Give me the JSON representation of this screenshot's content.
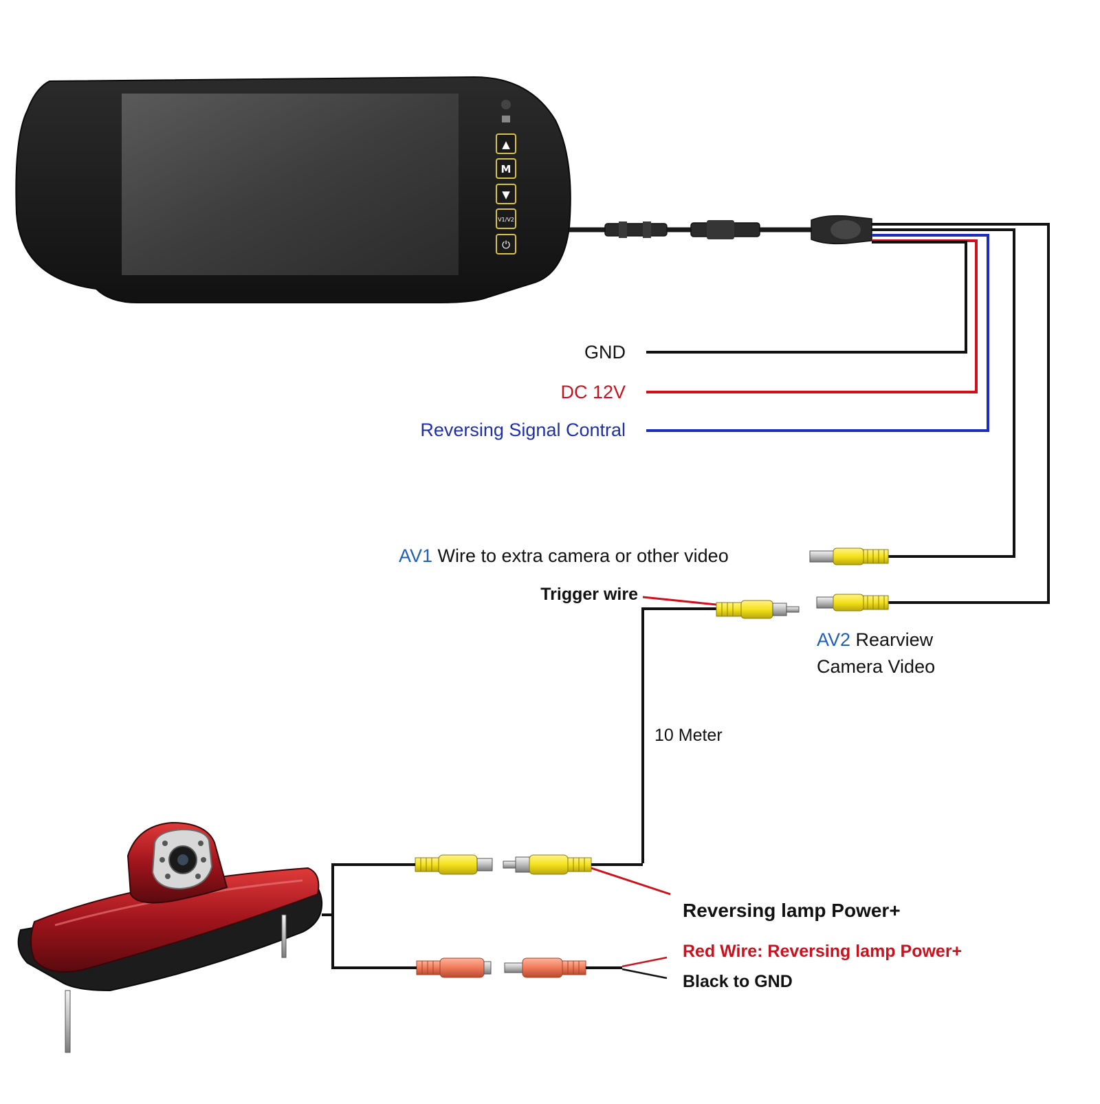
{
  "colors": {
    "wire_black": "#111111",
    "wire_red": "#d0101c",
    "wire_blue": "#1a2dbd",
    "rca_yellow": "#f4e21a",
    "dc_orange": "#f07a5a",
    "monitor_body": "#1e1e1e",
    "button_accent": "#d8c24a",
    "lamp_red": "#a0141c"
  },
  "monitor": {
    "buttons": [
      {
        "glyph": "▲",
        "icon": "up-arrow-icon"
      },
      {
        "glyph": "M",
        "icon": "menu-icon"
      },
      {
        "glyph": "▼",
        "icon": "down-arrow-icon"
      },
      {
        "glyph": "V1/V2",
        "icon": "video-switch-icon"
      },
      {
        "glyph": "⏻",
        "icon": "power-icon"
      }
    ]
  },
  "labels": {
    "gnd": "GND",
    "dc12v": "DC 12V",
    "reversing_signal": "Reversing Signal Contral",
    "av1_tag": "AV1",
    "av1_text": "Wire to extra camera or other video",
    "trigger_wire": "Trigger wire",
    "av2_tag": "AV2",
    "av2_text_1": "Rearview",
    "av2_text_2": "Camera Video",
    "cable_length": "10 Meter",
    "reversing_lamp_power": "Reversing lamp Power+",
    "red_wire": "Red Wire: Reversing lamp Power+",
    "black_gnd": "Black to GND"
  }
}
